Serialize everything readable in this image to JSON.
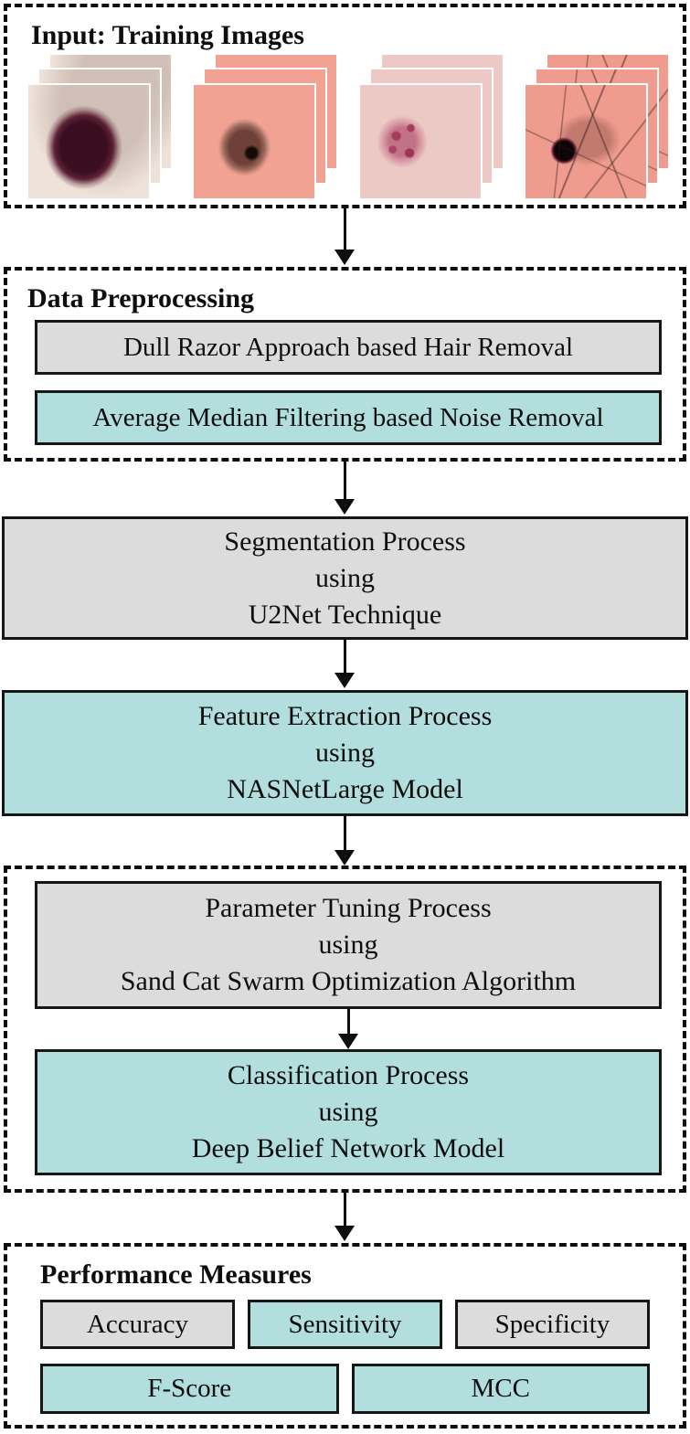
{
  "colors": {
    "box_gray": "#dcdcdc",
    "box_teal": "#b2dede",
    "border": "#161616",
    "background": "#ffffff"
  },
  "input_section": {
    "title": "Input: Training Images",
    "images": [
      {
        "name": "dermoscopy-sample-dark-maroon-lesion-pale-skin"
      },
      {
        "name": "dermoscopy-sample-brown-lesion-salmon-skin"
      },
      {
        "name": "dermoscopy-sample-purple-speckled-lesion-pink-skin"
      },
      {
        "name": "dermoscopy-sample-black-lesion-hairy-pink-skin"
      }
    ]
  },
  "preprocessing": {
    "title": "Data Preprocessing",
    "steps": [
      {
        "label": "Dull Razor Approach based Hair Removal",
        "variant": "gray"
      },
      {
        "label": "Average Median Filtering based Noise Removal",
        "variant": "teal"
      }
    ]
  },
  "segmentation": {
    "lines": [
      "Segmentation Process",
      "using",
      "U2Net Technique"
    ],
    "variant": "gray"
  },
  "feature_extraction": {
    "lines": [
      "Feature Extraction Process",
      "using",
      "NASNetLarge Model"
    ],
    "variant": "teal"
  },
  "tuning_classification": {
    "parameter_tuning": {
      "lines": [
        "Parameter Tuning Process",
        "using",
        "Sand Cat Swarm Optimization Algorithm"
      ],
      "variant": "gray"
    },
    "classification": {
      "lines": [
        "Classification Process",
        "using",
        "Deep Belief Network Model"
      ],
      "variant": "teal"
    }
  },
  "performance": {
    "title": "Performance Measures",
    "row1": [
      {
        "label": "Accuracy",
        "variant": "gray"
      },
      {
        "label": "Sensitivity",
        "variant": "teal"
      },
      {
        "label": "Specificity",
        "variant": "gray"
      }
    ],
    "row2": [
      {
        "label": "F-Score",
        "variant": "teal"
      },
      {
        "label": "MCC",
        "variant": "teal"
      }
    ]
  }
}
